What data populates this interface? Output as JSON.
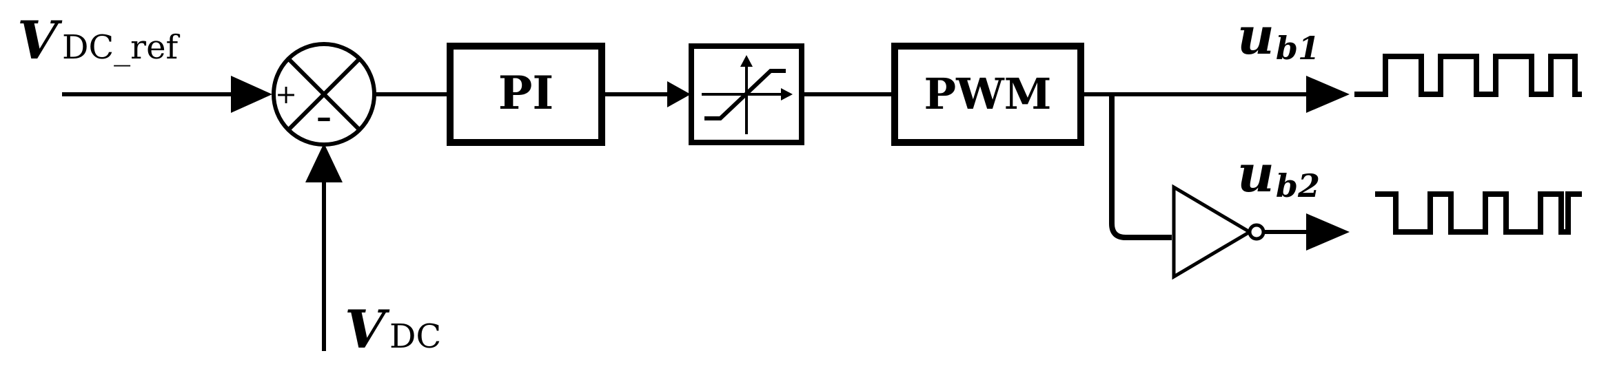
{
  "labels": {
    "vdc_ref_main": "V",
    "vdc_ref_sub": "DC_ref",
    "vdc_main": "V",
    "vdc_sub": "DC",
    "ub1_main": "u",
    "ub1_sub": "b1",
    "ub2_main": "u",
    "ub2_sub": "b2"
  },
  "blocks": {
    "pi": "PI",
    "pwm": "PWM"
  },
  "summing_junction": {
    "plus_sign": "+",
    "minus_sign": "–"
  }
}
